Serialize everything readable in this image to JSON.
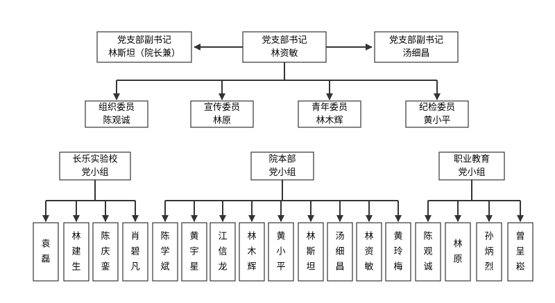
{
  "colors": {
    "line": "#333333",
    "box_border": "#333333",
    "box_fill": "#ffffff",
    "text": "#000000"
  },
  "top": {
    "center": [
      "党支部书记",
      "林资敏"
    ],
    "left": [
      "党支部副书记",
      "林斯坦（院长兼）"
    ],
    "right": [
      "党支部副书记",
      "汤细昌"
    ]
  },
  "committee": [
    [
      "组织委员",
      "陈观诚"
    ],
    [
      "宣传委员",
      "林原"
    ],
    [
      "青年委员",
      "林木辉"
    ],
    [
      "纪检委员",
      "黄小平"
    ]
  ],
  "groups": [
    {
      "label": [
        "长乐实验校",
        "党小组"
      ],
      "members": [
        "袁磊",
        "林建生",
        "陈庆銮",
        "肖碧凡"
      ]
    },
    {
      "label": [
        "院本部",
        "党小组"
      ],
      "members": [
        "陈学斌",
        "黄宇星",
        "江信龙",
        "林木辉",
        "黄小平",
        "林斯坦",
        "汤细昌",
        "林资敏",
        "黄玲梅"
      ]
    },
    {
      "label": [
        "职业教育",
        "党小组"
      ],
      "members": [
        "陈观诚",
        "林原",
        "孙炳烈",
        "曾呈崧"
      ]
    }
  ]
}
